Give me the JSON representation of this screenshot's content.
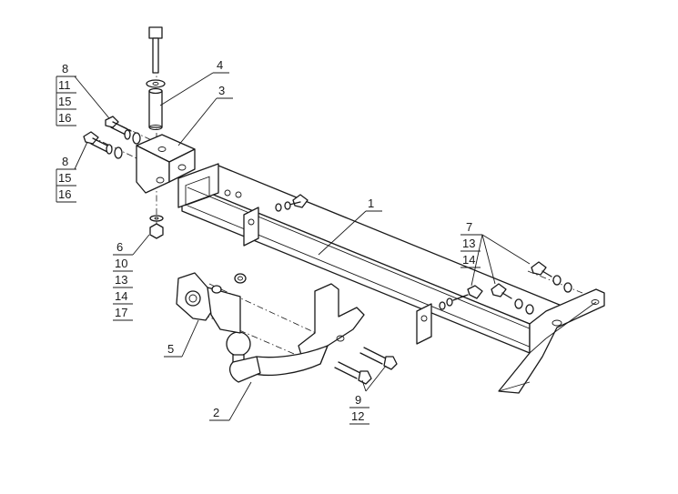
{
  "callouts": [
    {
      "id": "c1",
      "items": [
        "1"
      ]
    },
    {
      "id": "c2",
      "items": [
        "2"
      ]
    },
    {
      "id": "c3",
      "items": [
        "3"
      ]
    },
    {
      "id": "c4",
      "items": [
        "4"
      ]
    },
    {
      "id": "c5",
      "items": [
        "5"
      ]
    },
    {
      "id": "c6",
      "items": [
        "6",
        "10",
        "13",
        "14",
        "17"
      ]
    },
    {
      "id": "c7",
      "items": [
        "7",
        "13",
        "14"
      ]
    },
    {
      "id": "c8a",
      "items": [
        "8",
        "11",
        "15",
        "16"
      ]
    },
    {
      "id": "c8b",
      "items": [
        "8",
        "15",
        "16"
      ]
    },
    {
      "id": "c9",
      "items": [
        "9",
        "12"
      ]
    }
  ]
}
